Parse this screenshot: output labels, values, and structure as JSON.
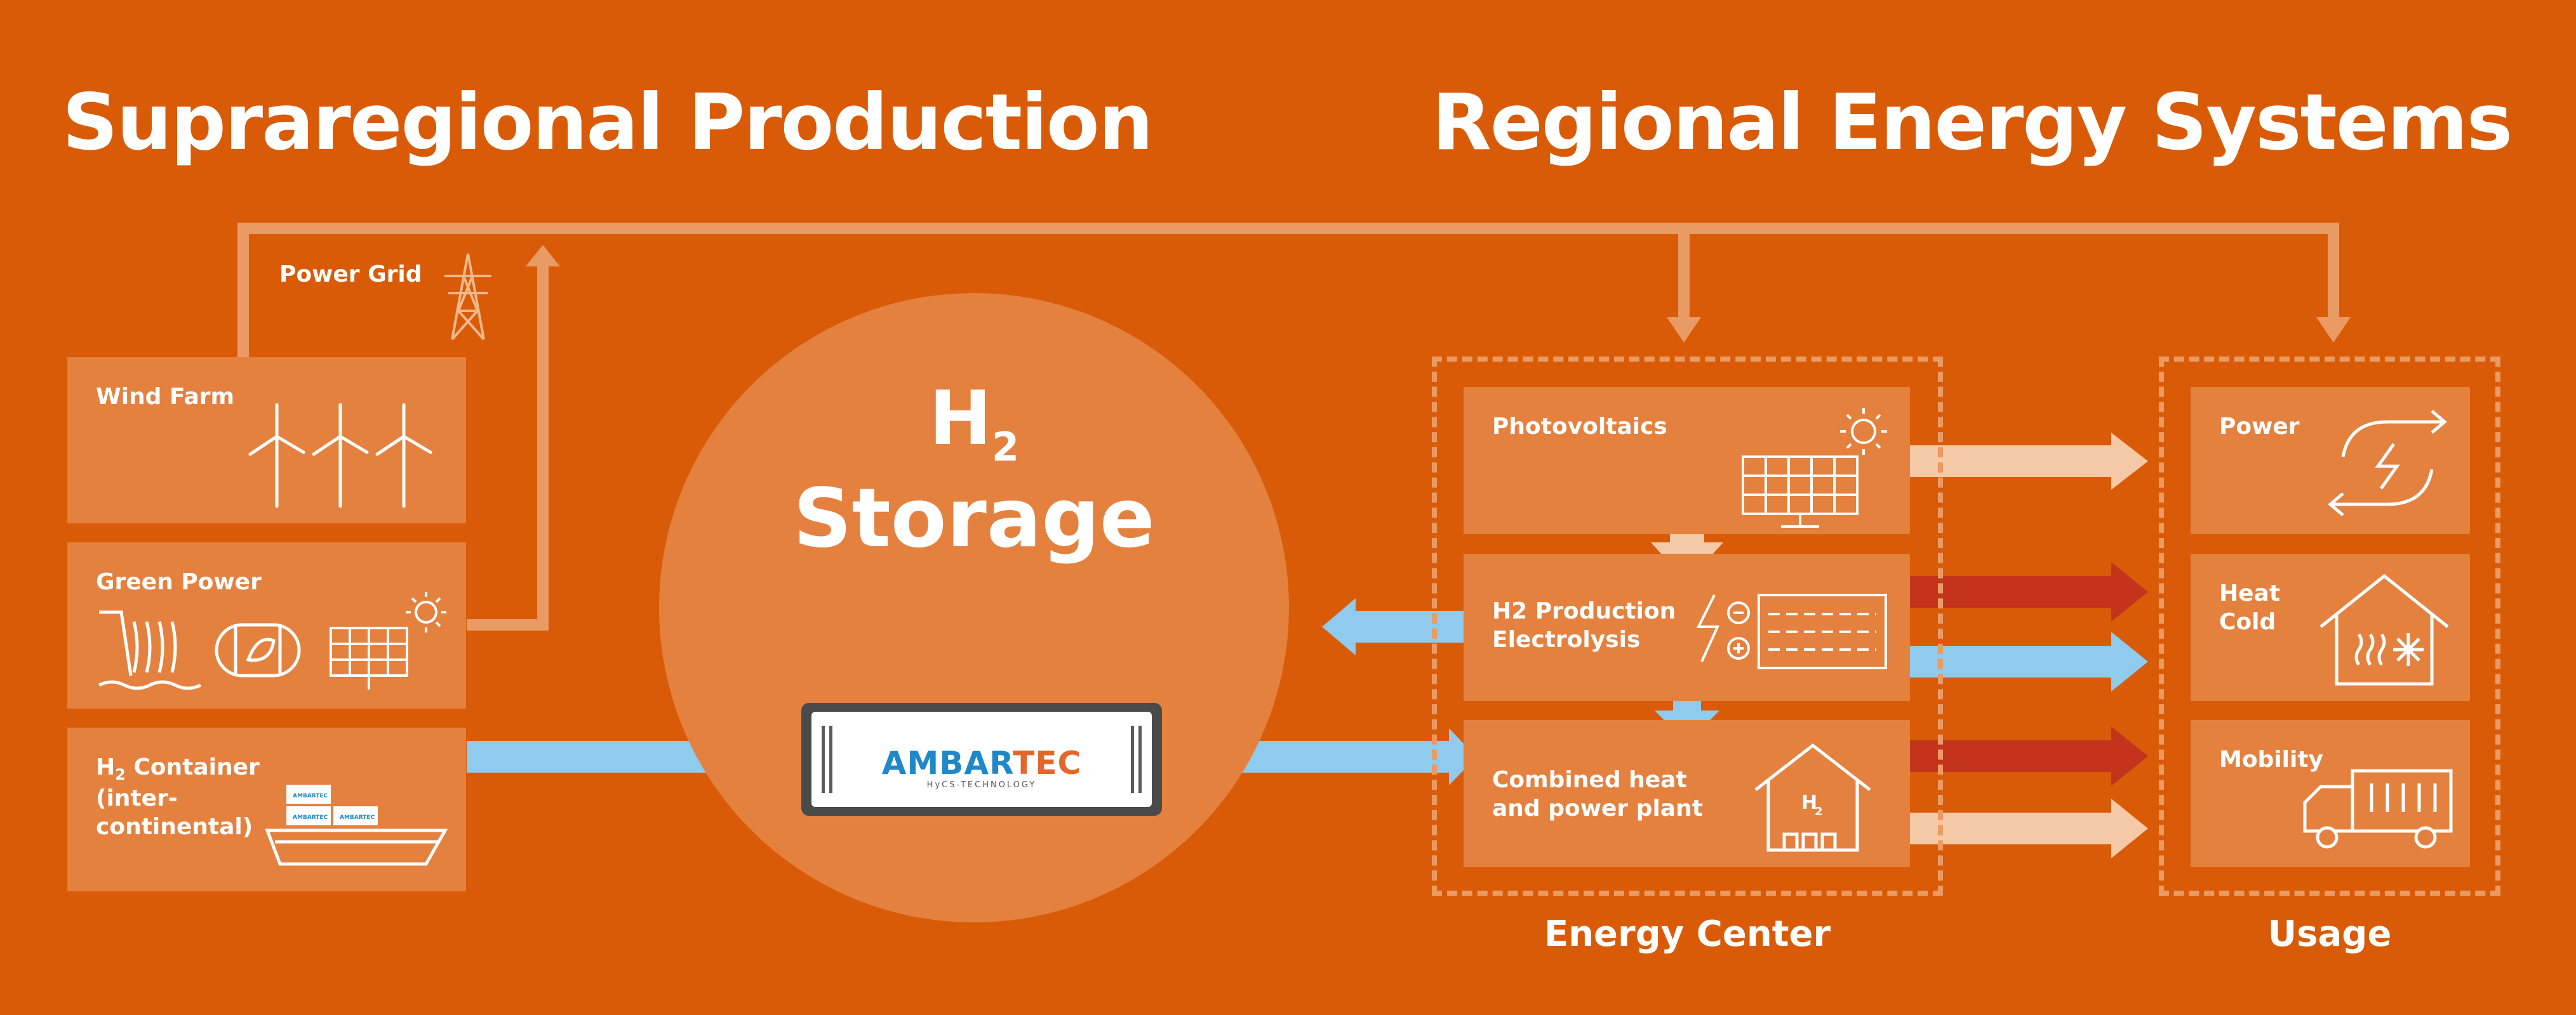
{
  "headings": {
    "left": "Supraregional Production",
    "right": "Regional Energy Systems"
  },
  "power_grid": {
    "label": "Power Grid",
    "icon": "power-tower-icon"
  },
  "sources": [
    {
      "id": "wind",
      "label": "Wind Farm",
      "icon": "wind-turbines-icon"
    },
    {
      "id": "green",
      "label": "Green Power",
      "icons": [
        "hydro-dam-icon",
        "battery-leaf-icon",
        "solar-panel-icon"
      ]
    },
    {
      "id": "container",
      "label_h": "H",
      "label_sub": "2",
      "label_rest": " Container",
      "label_line2": "(inter-",
      "label_line3": "continental)",
      "icon": "cargo-ship-icon"
    }
  ],
  "storage": {
    "h": "H",
    "sub": "2",
    "label": "Storage"
  },
  "ambartec": {
    "brand_a": "AMBAR",
    "brand_b": "TEC",
    "tagline": "HyCS-TECHNOLOGY",
    "mini": "AMBARTEC"
  },
  "energy_center": {
    "label": "Energy Center",
    "items": [
      {
        "id": "pv",
        "label": "Photovoltaics",
        "icon": "solar-panel-sun-icon"
      },
      {
        "id": "electrolysis",
        "label_line1": "H2 Production",
        "label_line2": "Electrolysis",
        "icon": "electrolyzer-icon"
      },
      {
        "id": "chp",
        "label_line1": "Combined heat",
        "label_line2": "and power plant",
        "icon": "h2-house-icon",
        "icon_text_h": "H",
        "icon_text_sub": "2"
      }
    ]
  },
  "usage": {
    "label": "Usage",
    "items": [
      {
        "id": "power",
        "label": "Power",
        "icon": "power-cycle-icon"
      },
      {
        "id": "heat",
        "label_line1": "Heat",
        "label_line2": "Cold",
        "icon": "heat-cold-house-icon"
      },
      {
        "id": "mobility",
        "label": "Mobility",
        "icon": "truck-icon"
      }
    ]
  },
  "colors": {
    "background": "#d95b08",
    "panel": "#e4813f",
    "line": "#ea9a63",
    "arrow_blue": "#8ecbec",
    "arrow_red": "#c4341d",
    "arrow_peach": "#f6c9a6",
    "white": "#ffffff"
  }
}
